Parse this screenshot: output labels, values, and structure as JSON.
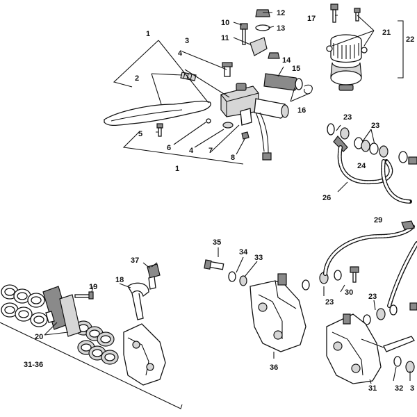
{
  "callouts": {
    "c1a": "1",
    "c1b": "1",
    "c2": "2",
    "c3": "3",
    "c4a": "4",
    "c4b": "4",
    "c5": "5",
    "c6": "6",
    "c7": "7",
    "c8": "8",
    "c10": "10",
    "c11": "11",
    "c12": "12",
    "c13": "13",
    "c14": "14",
    "c15": "15",
    "c16": "16",
    "c17": "17",
    "c21": "21",
    "c22": "22",
    "c23a": "23",
    "c23b": "23",
    "c23c": "23",
    "c23d": "23",
    "c24": "24",
    "c26": "26",
    "c29": "29",
    "c35": "35",
    "c34": "34",
    "c33": "33",
    "c37": "37",
    "c18": "18",
    "c19": "19",
    "c20": "20",
    "c3136": "31-36",
    "c30": "30",
    "c36": "36",
    "c31": "31",
    "c32": "32",
    "c3r": "3"
  }
}
